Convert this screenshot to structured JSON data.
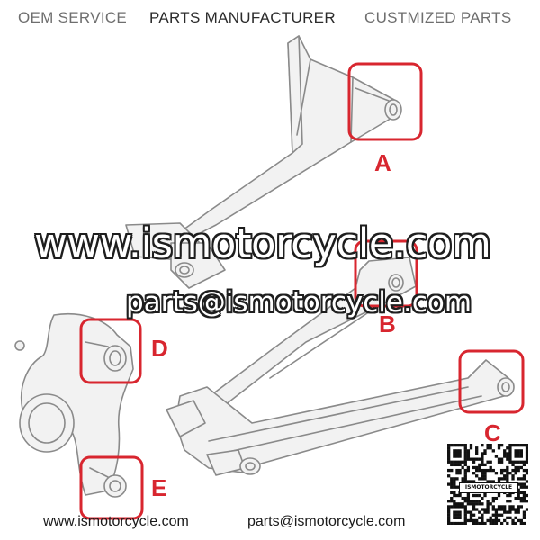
{
  "header": {
    "oem": "OEM SERVICE",
    "manufacturer": "PARTS MANUFACTURER",
    "customized": "CUSTMIZED PARTS"
  },
  "watermark": {
    "url": "www.ismotorcycle.com",
    "email": "parts@ismotorcycle.com"
  },
  "callouts": {
    "a": "A",
    "b": "B",
    "c": "C",
    "d": "D",
    "e": "E"
  },
  "footer": {
    "website": "www.ismotorcycle.com",
    "email": "parts@ismotorcycle.com"
  },
  "qr": {
    "label": "ISMOTORCYCLE"
  },
  "colors": {
    "callout": "#d8262f",
    "line": "#8a8a8a",
    "fill": "#f2f2f2"
  }
}
